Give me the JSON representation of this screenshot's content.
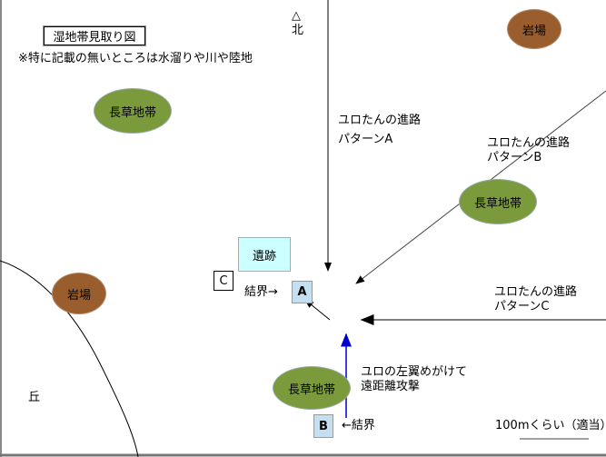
{
  "title": "湿地帯見取り図",
  "note": "※特に記載の無いところは水溜りや川や陸地",
  "north": {
    "symbol": "△",
    "label": "北"
  },
  "areas": {
    "grass_nw": "長草地帯",
    "grass_e": "長草地帯",
    "grass_s": "長草地帯",
    "rock_ne": "岩場",
    "rock_w": "岩場",
    "hill": "丘",
    "ruins": "遺跡"
  },
  "markers": {
    "a": "A",
    "b": "B",
    "c": "C"
  },
  "labels": {
    "barrier_a": "結界→",
    "barrier_b": "←結界",
    "path_a": [
      "ユロたんの進路",
      "パターンA"
    ],
    "path_b": [
      "ユロたんの進路",
      "パターンB"
    ],
    "path_c": [
      "ユロたんの進路",
      "パターンC"
    ],
    "attack": [
      "ユロの左翼めがけて",
      "遠距離攻撃"
    ],
    "scale": "100mくらい（適当）"
  },
  "colors": {
    "grass": "#7a9a3c",
    "rock": "#9a5d2e",
    "ruins": "#ccffff",
    "marker": "#c6dff0",
    "attack_arrow": "#0000cc"
  }
}
